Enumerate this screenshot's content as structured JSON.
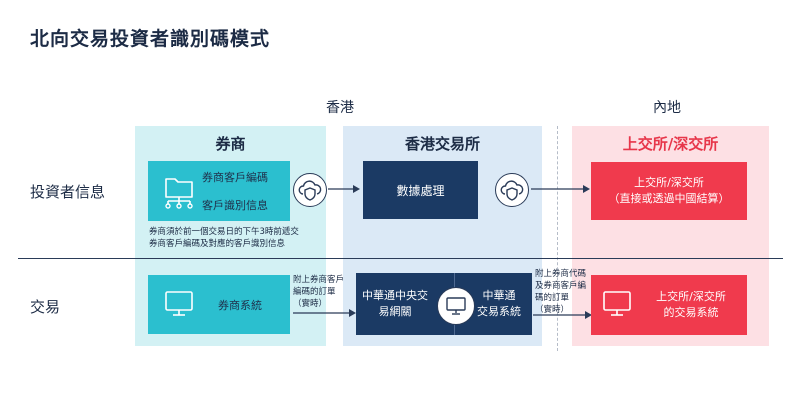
{
  "title": "北向交易投資者識別碼模式",
  "regions": {
    "hk": "香港",
    "mainland": "內地"
  },
  "rows": {
    "investor_info": "投資者信息",
    "trading": "交易"
  },
  "panels": {
    "broker": "券商",
    "hkex": "香港交易所",
    "sse_szse": "上交所/深交所"
  },
  "boxes": {
    "broker_client_code": "券商客戶編碼",
    "client_id_info": "客戶識別信息",
    "data_processing": "數據處理",
    "exchange_line1": "上交所/深交所",
    "exchange_line2": "（直接或透過中國結算）",
    "broker_system": "券商系統",
    "csc_line1": "中華通中央交",
    "csc_line2": "易網關",
    "cts_line1": "中華通",
    "cts_line2": "交易系統",
    "exch_trade_line1": "上交所/深交所",
    "exch_trade_line2": "的交易系統"
  },
  "notes": {
    "broker_deadline_line1": "券商須於前一個交易日的下午3時前遞交",
    "broker_deadline_line2": "券商客戶編碼及對應的客戶識別信息",
    "order_note_line1": "附上券商客戶",
    "order_note_line2": "編碼的訂單",
    "order_note_line3": "（實時）",
    "order_note2_line1": "附上券商代碼",
    "order_note2_line2": "及券商客戶編",
    "order_note2_line3": "碼的訂單",
    "order_note2_line4": "（實時）"
  },
  "colors": {
    "teal_panel": "#d3f1f4",
    "teal": "#2bbfcf",
    "blue_panel": "#dbe9f6",
    "navy": "#1b3a64",
    "red_panel": "#fde0e4",
    "red": "#f03a4d"
  },
  "icons": [
    "folder-network-icon",
    "cloud-shield-icon",
    "monitor-icon"
  ]
}
